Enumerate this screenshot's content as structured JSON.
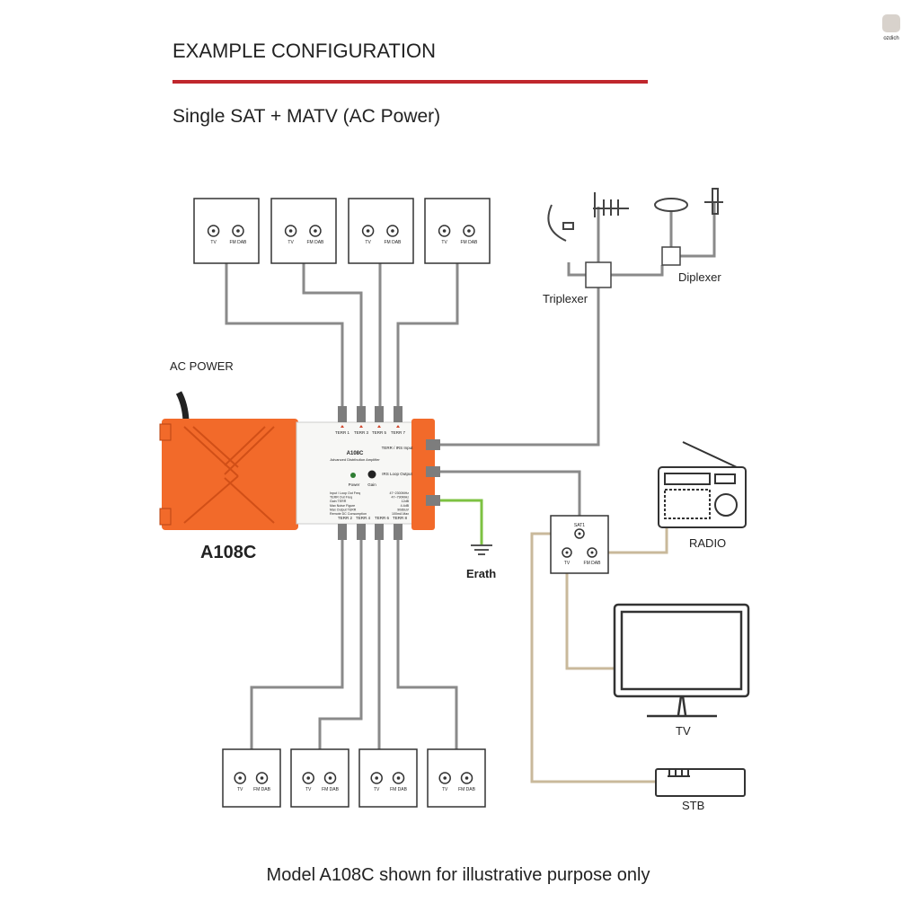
{
  "header": {
    "title": "EXAMPLE CONFIGURATION",
    "subtitle": "Single SAT + MATV (AC Power)",
    "accent_color": "#c0272d"
  },
  "wall_plate": {
    "tv": "TV",
    "fm": "FM DAB",
    "sat": "SAT1"
  },
  "amplifier": {
    "model": "A108C",
    "panel_model": "A108C",
    "panel_subtitle": "Advanced Distribution Amplifier",
    "power_label": "Power",
    "gain_label": "Gain",
    "input_label": "TERR / IRS Input",
    "loop_label": "IRS Loop Output",
    "top_ports": [
      "TERR 1",
      "TERR 3",
      "TERR 5",
      "TERR 7"
    ],
    "bottom_ports": [
      "TERR 2",
      "TERR 4",
      "TERR 6",
      "TERR 8"
    ],
    "specs": [
      [
        "Input / Loop Out Freq",
        "47~2300MHz"
      ],
      [
        "TERR Out Freq",
        "47~790MHz"
      ],
      [
        "Gain TERR",
        "12dB"
      ],
      [
        "Max Noise Figure",
        "4.4dB"
      ],
      [
        "Max Output TERR",
        "90dBuV"
      ],
      [
        "Remote DC Consumption",
        "100mA Max"
      ]
    ],
    "body_color": "#f26a2a"
  },
  "labels": {
    "ac_power": "AC POWER",
    "triplexer": "Triplexer",
    "diplexer": "Diplexer",
    "earth": "Erath",
    "radio": "RADIO",
    "tv": "TV",
    "stb": "STB"
  },
  "colors": {
    "coax": "#8a8a8a",
    "sat_cable": "#c9b99b",
    "earth": "#7dc242"
  },
  "logo": {
    "text": "ozdich"
  },
  "footer": {
    "caption": "Model A108C shown for illustrative purpose only"
  }
}
